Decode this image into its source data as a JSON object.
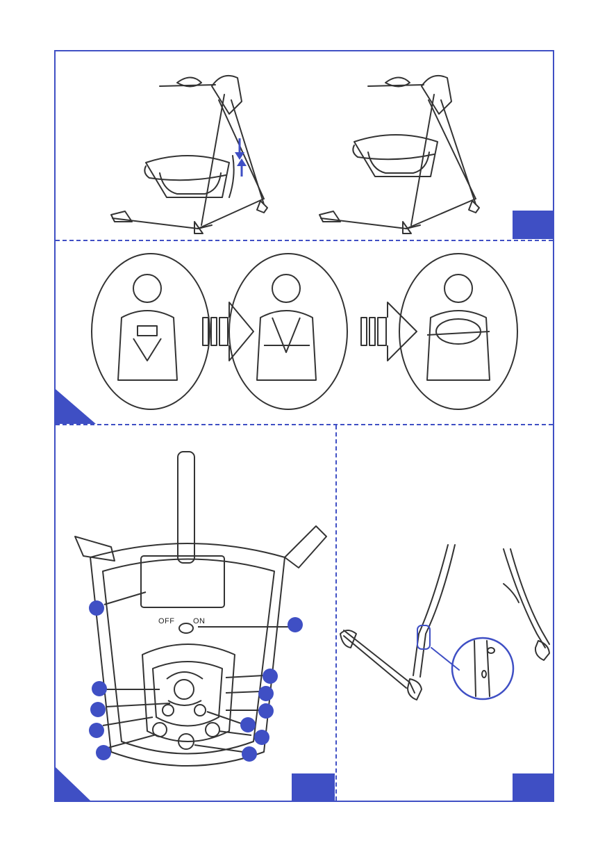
{
  "colors": {
    "accent": "#3f4fc4",
    "line": "#333333"
  },
  "switch": {
    "off_label": "OFF",
    "on_label": "ON"
  },
  "sections": [
    {
      "id": "swing-assembly",
      "icon": "swing-frame-icon"
    },
    {
      "id": "harness-steps",
      "icon": "baby-seat-icon"
    },
    {
      "id": "control-panel",
      "icon": "control-panel-icon"
    },
    {
      "id": "leg-connector",
      "icon": "leg-connector-icon"
    }
  ]
}
